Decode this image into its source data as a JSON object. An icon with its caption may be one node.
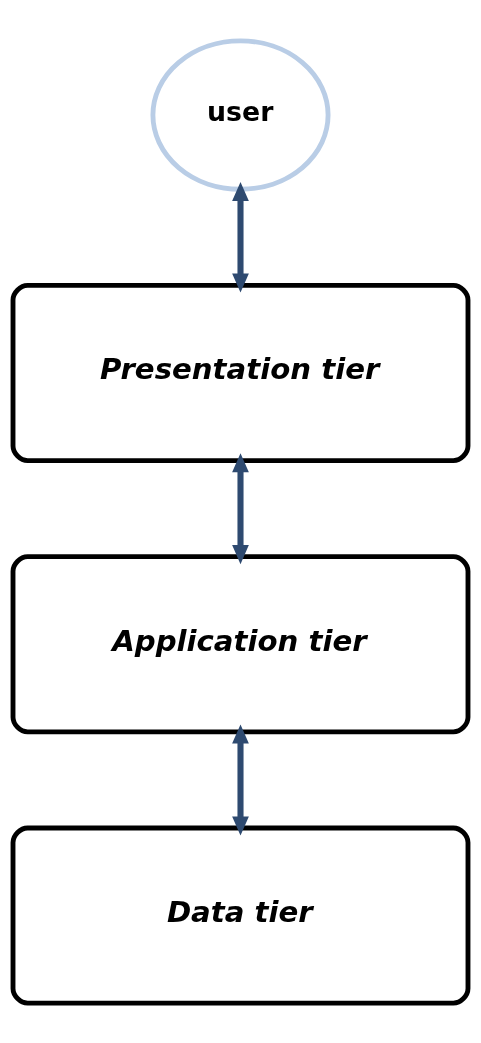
{
  "diagram": {
    "nodes": [
      {
        "text": [
          "user"
        ]
      },
      {
        "text": [
          "Presentation tier"
        ]
      },
      {
        "text": [
          "Application tier"
        ]
      },
      {
        "text": [
          "Data tier"
        ]
      }
    ],
    "edges": [
      {
        "from": 0,
        "to": 1,
        "arrow": "both"
      },
      {
        "from": 1,
        "to": 2,
        "arrow": "both"
      },
      {
        "from": 2,
        "to": 3,
        "arrow": "both"
      }
    ]
  }
}
